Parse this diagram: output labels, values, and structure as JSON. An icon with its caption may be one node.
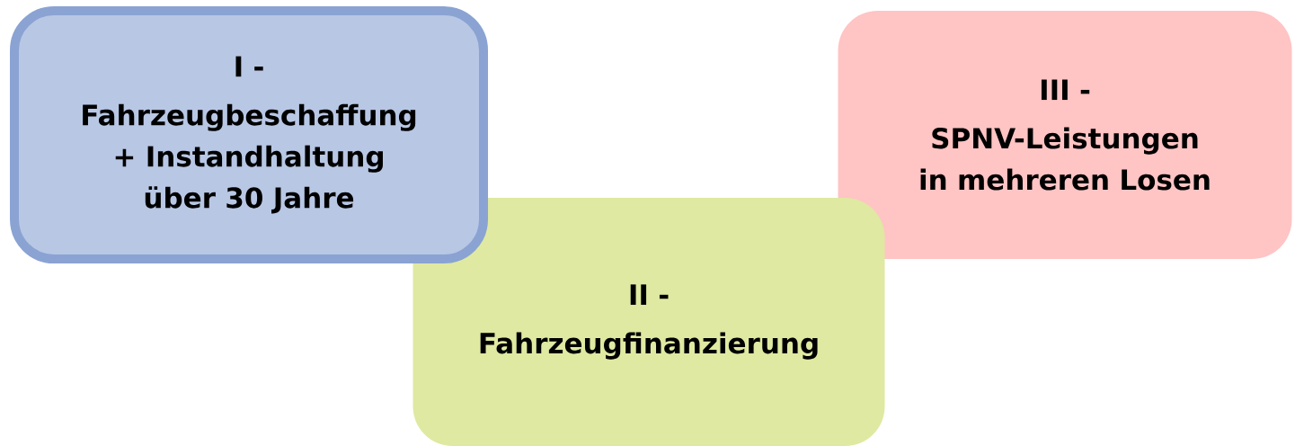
{
  "diagram": {
    "nodes": [
      {
        "text": [
          "I -",
          "Fahrzeugbeschaffung + Instandhaltung über 30 Jahre"
        ]
      },
      {
        "text": [
          "II -",
          "Fahrzeugfinanzierung"
        ]
      },
      {
        "text": [
          "III -",
          "SPNV-Leistungen in mehreren Losen"
        ]
      }
    ]
  }
}
